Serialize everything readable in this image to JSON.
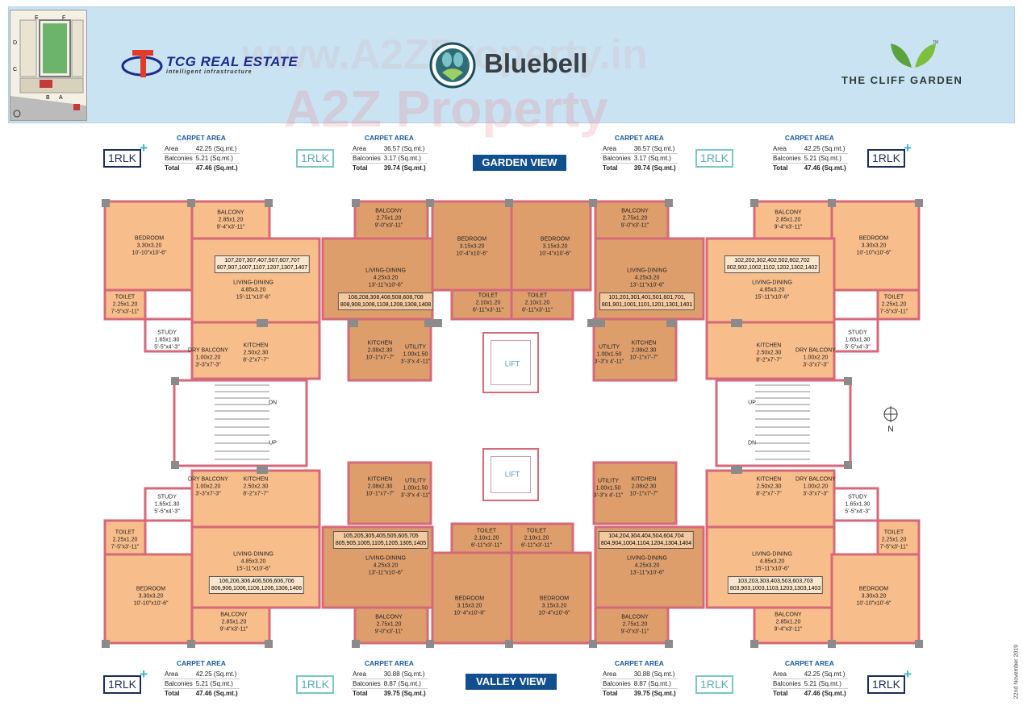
{
  "header": {
    "developer": "TCG REAL ESTATE",
    "developer_tagline": "intelligent infrastructure",
    "project": "Bluebell",
    "brand": "THE CLIFF GARDEN",
    "brand_tm": "TM",
    "watermark_1": "www.A2ZProperty.in",
    "watermark_2": "A2Z Property",
    "site_plan_labels": [
      "E",
      "F",
      "D",
      "C",
      "B",
      "A"
    ]
  },
  "views": {
    "top": "GARDEN VIEW",
    "bottom": "VALLEY VIEW"
  },
  "carpet_title": "CARPET AREA",
  "row_labels": {
    "area": "Area",
    "balconies": "Balconies",
    "total": "Total"
  },
  "carpet_areas": {
    "top_far_left": {
      "area": "42.25 (Sq.mt.)",
      "balconies": "5.21 (Sq.mt.)",
      "total": "47.46 (Sq.mt.)"
    },
    "top_mid_left": {
      "area": "36.57 (Sq.mt.)",
      "balconies": "3.17 (Sq.mt.)",
      "total": "39.74 (Sq.mt.)"
    },
    "top_mid_right": {
      "area": "36.57 (Sq.mt.)",
      "balconies": "3.17 (Sq.mt.)",
      "total": "39.74 (Sq.mt.)"
    },
    "top_far_right": {
      "area": "42.25 (Sq.mt.)",
      "balconies": "5.21 (Sq.mt.)",
      "total": "47.46 (Sq.mt.)"
    },
    "bot_far_left": {
      "area": "42.25 (Sq.mt.)",
      "balconies": "5.21 (Sq.mt.)",
      "total": "47.46 (Sq.mt.)"
    },
    "bot_mid_left": {
      "area": "30.88 (Sq.mt.)",
      "balconies": "8.87 (Sq.mt.)",
      "total": "39.75 (Sq.mt.)"
    },
    "bot_mid_right": {
      "area": "30.88 (Sq.mt.)",
      "balconies": "8.87 (Sq.mt.)",
      "total": "39.75 (Sq.mt.)"
    },
    "bot_far_right": {
      "area": "42.25 (Sq.mt.)",
      "balconies": "5.21 (Sq.mt.)",
      "total": "47.46 (Sq.mt.)"
    }
  },
  "unit_type": "1RLK",
  "unit_type_plus": "+",
  "rooms": {
    "balcony_big": {
      "name": "BALCONY",
      "m": "2.85x1.20",
      "ft": "9'-4\"x3'-11\""
    },
    "balcony_small": {
      "name": "BALCONY",
      "m": "2.75x1.20",
      "ft": "9'-0\"x3'-11\""
    },
    "bedroom_big": {
      "name": "BEDROOM",
      "m": "3.30x3.20",
      "ft": "10'-10\"x10'-6\""
    },
    "bedroom_small": {
      "name": "BEDROOM",
      "m": "3.15x3.20",
      "ft": "10'-4\"x10'-6\""
    },
    "living_big": {
      "name": "LIVING-DINING",
      "m": "4.85x3.20",
      "ft": "15'-11\"x10'-6\""
    },
    "living_small": {
      "name": "LIVING-DINING",
      "m": "4.25x3.20",
      "ft": "13'-11\"x10'-6\""
    },
    "toilet_big": {
      "name": "TOILET",
      "m": "2.25x1.20",
      "ft": "7'-5\"x3'-11\""
    },
    "toilet_small": {
      "name": "TOILET",
      "m": "2.10x1.20",
      "ft": "6'-11\"x3'-11\""
    },
    "study": {
      "name": "STUDY",
      "m": "1.65x1.30",
      "ft": "5'-5\"x4'-3\""
    },
    "kitchen_big": {
      "name": "KITCHEN",
      "m": "2.50x2.30",
      "ft": "8'-2\"x7'-7\""
    },
    "kitchen_small": {
      "name": "KITCHEN",
      "m": "2.08x2.30",
      "ft": "10'-1\"x7'-7\""
    },
    "dry_balcony": {
      "name": "DRY BALCONY",
      "m": "1.00x2.20",
      "ft": "3'-3\"x7'-3\""
    },
    "utility": {
      "name": "UTILITY",
      "m": "1.00x1.50",
      "ft": "3'-3\"x 4'-11\""
    }
  },
  "unit_numbers": {
    "tl": [
      "107,207,307,407,507,607,707",
      "807,907,1007,1107,1207,1307,1407"
    ],
    "tml": [
      "108,208,308,408,508,608,708",
      "808,908,1008,1108,1208,1308,1408"
    ],
    "tmr": [
      "101,201,301,401,501,601,701,",
      "801,901,1001,1101,1201,1301,1401"
    ],
    "tr": [
      "102,202,302,402,502,602,702",
      "802,902,1002,1102,1202,1302,1402"
    ],
    "bl": [
      "106,206,306,406,506,606,706",
      "806,906,1006,1106,1206,1306,1406"
    ],
    "bml": [
      "105,205,305,405,505,605,705",
      "805,905,1005,1105,1205,1305,1405"
    ],
    "bmr": [
      "104,204,304,404,504,604,704",
      "804,904,1004,1104,1204,1304,1404"
    ],
    "br": [
      "103,203,303,403,503,603,703",
      "803,903,1003,1103,1203,1303,1403"
    ]
  },
  "core": {
    "lift": "LIFT",
    "up": "UP",
    "dn": "DN",
    "north": "N"
  },
  "date": "22nd November 2019",
  "colors": {
    "unit_fill": "#f7bd8a",
    "unit_dark": "#dd9e6c",
    "wall": "#d5697a",
    "header_bg": "#c9e3f3",
    "view_label": "#124f8e"
  }
}
